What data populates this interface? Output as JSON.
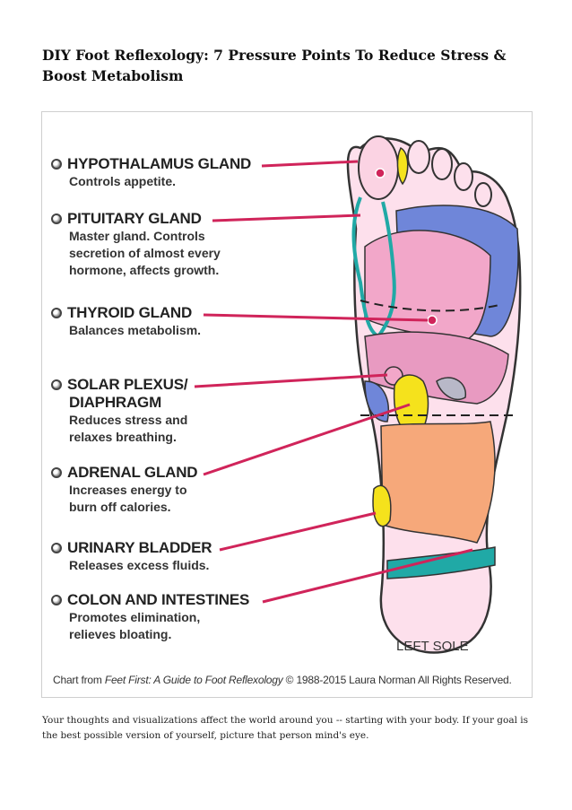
{
  "title": "DIY Foot Reflexology: 7 Pressure Points To Reduce Stress & Boost Metabolism",
  "figure": {
    "labels": [
      {
        "heading": "HYPOTHALAMUS GLAND",
        "lines": [
          "Controls appetite."
        ]
      },
      {
        "heading": "PITUITARY GLAND",
        "lines": [
          "Master gland. Controls",
          "secretion of almost every",
          "hormone, affects growth."
        ]
      },
      {
        "heading": "THYROID GLAND",
        "lines": [
          "Balances metabolism."
        ]
      },
      {
        "heading": "SOLAR PLEXUS/",
        "heading2": "DIAPHRAGM",
        "lines": [
          "Reduces stress and",
          "relaxes breathing."
        ]
      },
      {
        "heading": "ADRENAL GLAND",
        "lines": [
          "Increases energy to",
          "burn off calories."
        ]
      },
      {
        "heading": "URINARY BLADDER",
        "lines": [
          "Releases excess fluids."
        ]
      },
      {
        "heading": "COLON AND INTESTINES",
        "lines": [
          "Promotes elimination,",
          "relieves bloating."
        ]
      }
    ],
    "sole_label": "LEFT SOLE",
    "credit_prefix": "Chart from ",
    "credit_book": "Feet First: A Guide to Foot Reflexology",
    "credit_suffix": " © 1988-2015 Laura Norman All Rights Reserved.",
    "colors": {
      "line": "#d0245a",
      "pink": "#f2a7c9",
      "blue": "#6f86d9",
      "teal": "#20a9a6",
      "yellow": "#f5e21c",
      "orange": "#f6a87a",
      "light_pink": "#fbd3e3"
    }
  },
  "body_text": "Your thoughts and visualizations affect the world around you -- starting with your body. If your goal is the best possible version of yourself, picture that person mind's eye."
}
